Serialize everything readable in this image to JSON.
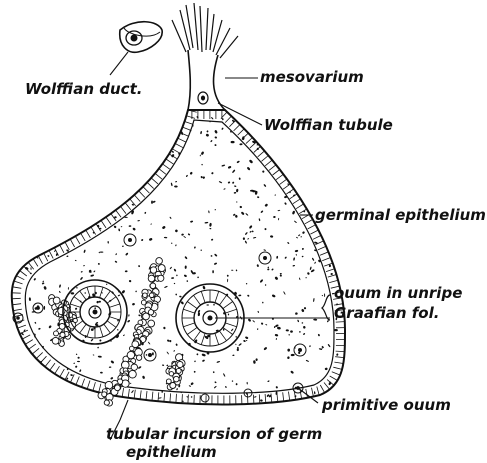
{
  "labels": {
    "wolffian_duct": "Wolffian duct.",
    "mesovarium": "mesovarium",
    "wolffian_tubule": "Wolffian tubule",
    "germinal_epithelium": "germinal epithelium",
    "ovum_line1": "ouum in unripe",
    "ovum_line2": "Graafian fol.",
    "primitive_ovum": "primitive ouum",
    "tubular_line1": "tubular incursion of germ",
    "tubular_line2": "epithelium"
  },
  "colors": {
    "ink": "#111111",
    "paper": "#ffffff"
  }
}
